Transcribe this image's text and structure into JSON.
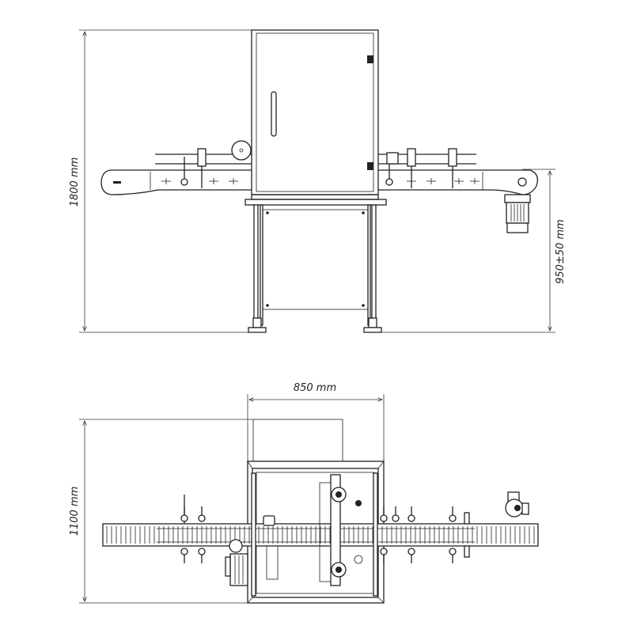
{
  "drawing": {
    "front_view": {
      "height_label": "1800 mm",
      "conveyor_height_label": "950±50 mm"
    },
    "top_view": {
      "width_label": "850 mm",
      "depth_label": "1100 mm"
    }
  }
}
